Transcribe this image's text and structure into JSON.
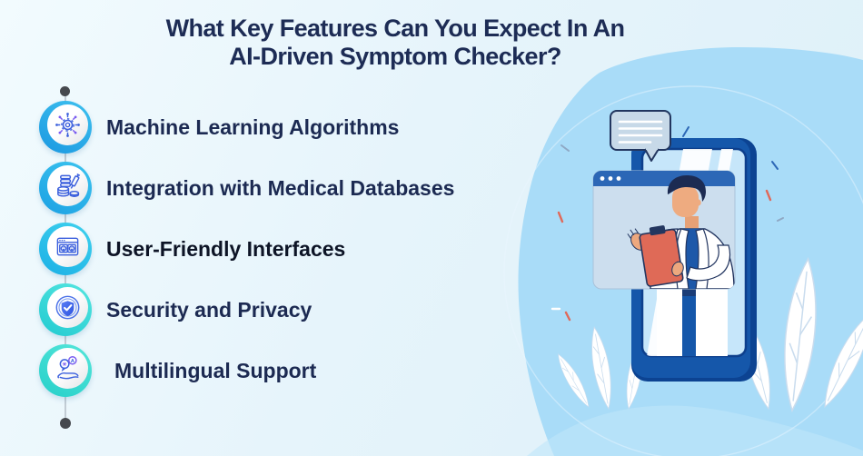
{
  "title": {
    "line1": "What Key Features Can You Expect In An",
    "line2": "AI-Driven Symptom Checker?"
  },
  "features": [
    {
      "label": "Machine Learning Algorithms",
      "icon": "machine-learning-icon",
      "accent": "#2fa9e4"
    },
    {
      "label": "Integration with Medical Databases",
      "icon": "medical-database-icon",
      "accent": "#2fb0e6"
    },
    {
      "label": "User-Friendly Interfaces",
      "icon": "user-interface-icon",
      "accent": "#29c2e6"
    },
    {
      "label": "Security and Privacy",
      "icon": "security-shield-icon",
      "accent": "#38d6d6"
    },
    {
      "label": "Multilingual Support",
      "icon": "multilingual-icon",
      "accent": "#3cdccd"
    }
  ],
  "colors": {
    "background": "#e6f4fb",
    "title_text": "#1d2c55",
    "feature_text": "#1c2a52",
    "blob": "#a9dcf8",
    "phone_body": "#1557aa",
    "phone_screen": "#c6e6fa",
    "browser_header": "#2c67b6",
    "speech_bubble": "#c7d9e8",
    "clipboard": "#df6a57",
    "icon_stroke": "#3b5fdd",
    "timeline": "#c2ccd4"
  }
}
